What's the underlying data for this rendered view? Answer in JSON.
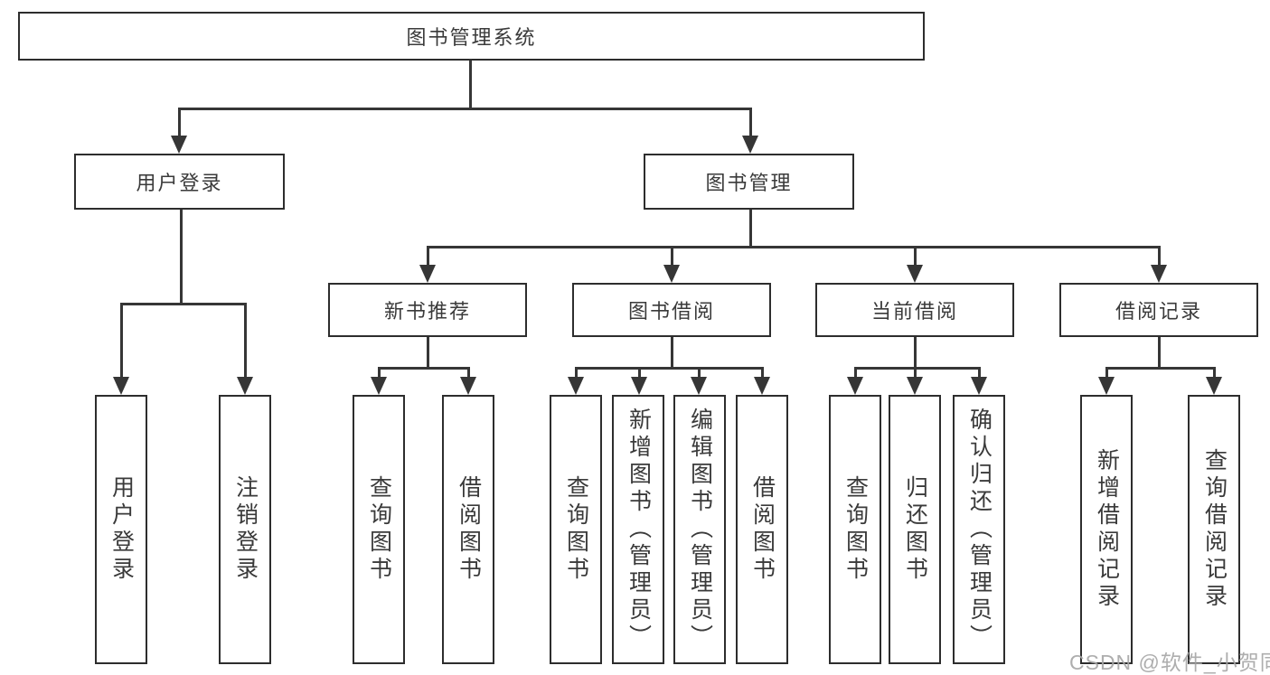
{
  "diagram": {
    "watermark": "CSDN @软件_小贺同学",
    "colors": {
      "background": "#ffffff",
      "line": "#363636",
      "box_border": "#2d2d2d",
      "text": "#3a3a3a",
      "watermark": "#a5a5a5"
    },
    "nodes": {
      "root": {
        "label": "图书管理系统"
      },
      "user_login": {
        "label": "用户登录",
        "children": [
          {
            "label": "用户登录"
          },
          {
            "label": "注销登录"
          }
        ]
      },
      "book_mgmt": {
        "label": "图书管理",
        "children": [
          {
            "label": "新书推荐",
            "children": [
              {
                "label": "查询图书"
              },
              {
                "label": "借阅图书"
              }
            ]
          },
          {
            "label": "图书借阅",
            "children": [
              {
                "label": "查询图书"
              },
              {
                "label": "新增图书（管理员）"
              },
              {
                "label": "编辑图书（管理员）"
              },
              {
                "label": "借阅图书"
              }
            ]
          },
          {
            "label": "当前借阅",
            "children": [
              {
                "label": "查询图书"
              },
              {
                "label": "归还图书"
              },
              {
                "label": "确认归还（管理员）"
              }
            ]
          },
          {
            "label": "借阅记录",
            "children": [
              {
                "label": "新增借阅记录"
              },
              {
                "label": "查询借阅记录"
              }
            ]
          }
        ]
      }
    }
  }
}
